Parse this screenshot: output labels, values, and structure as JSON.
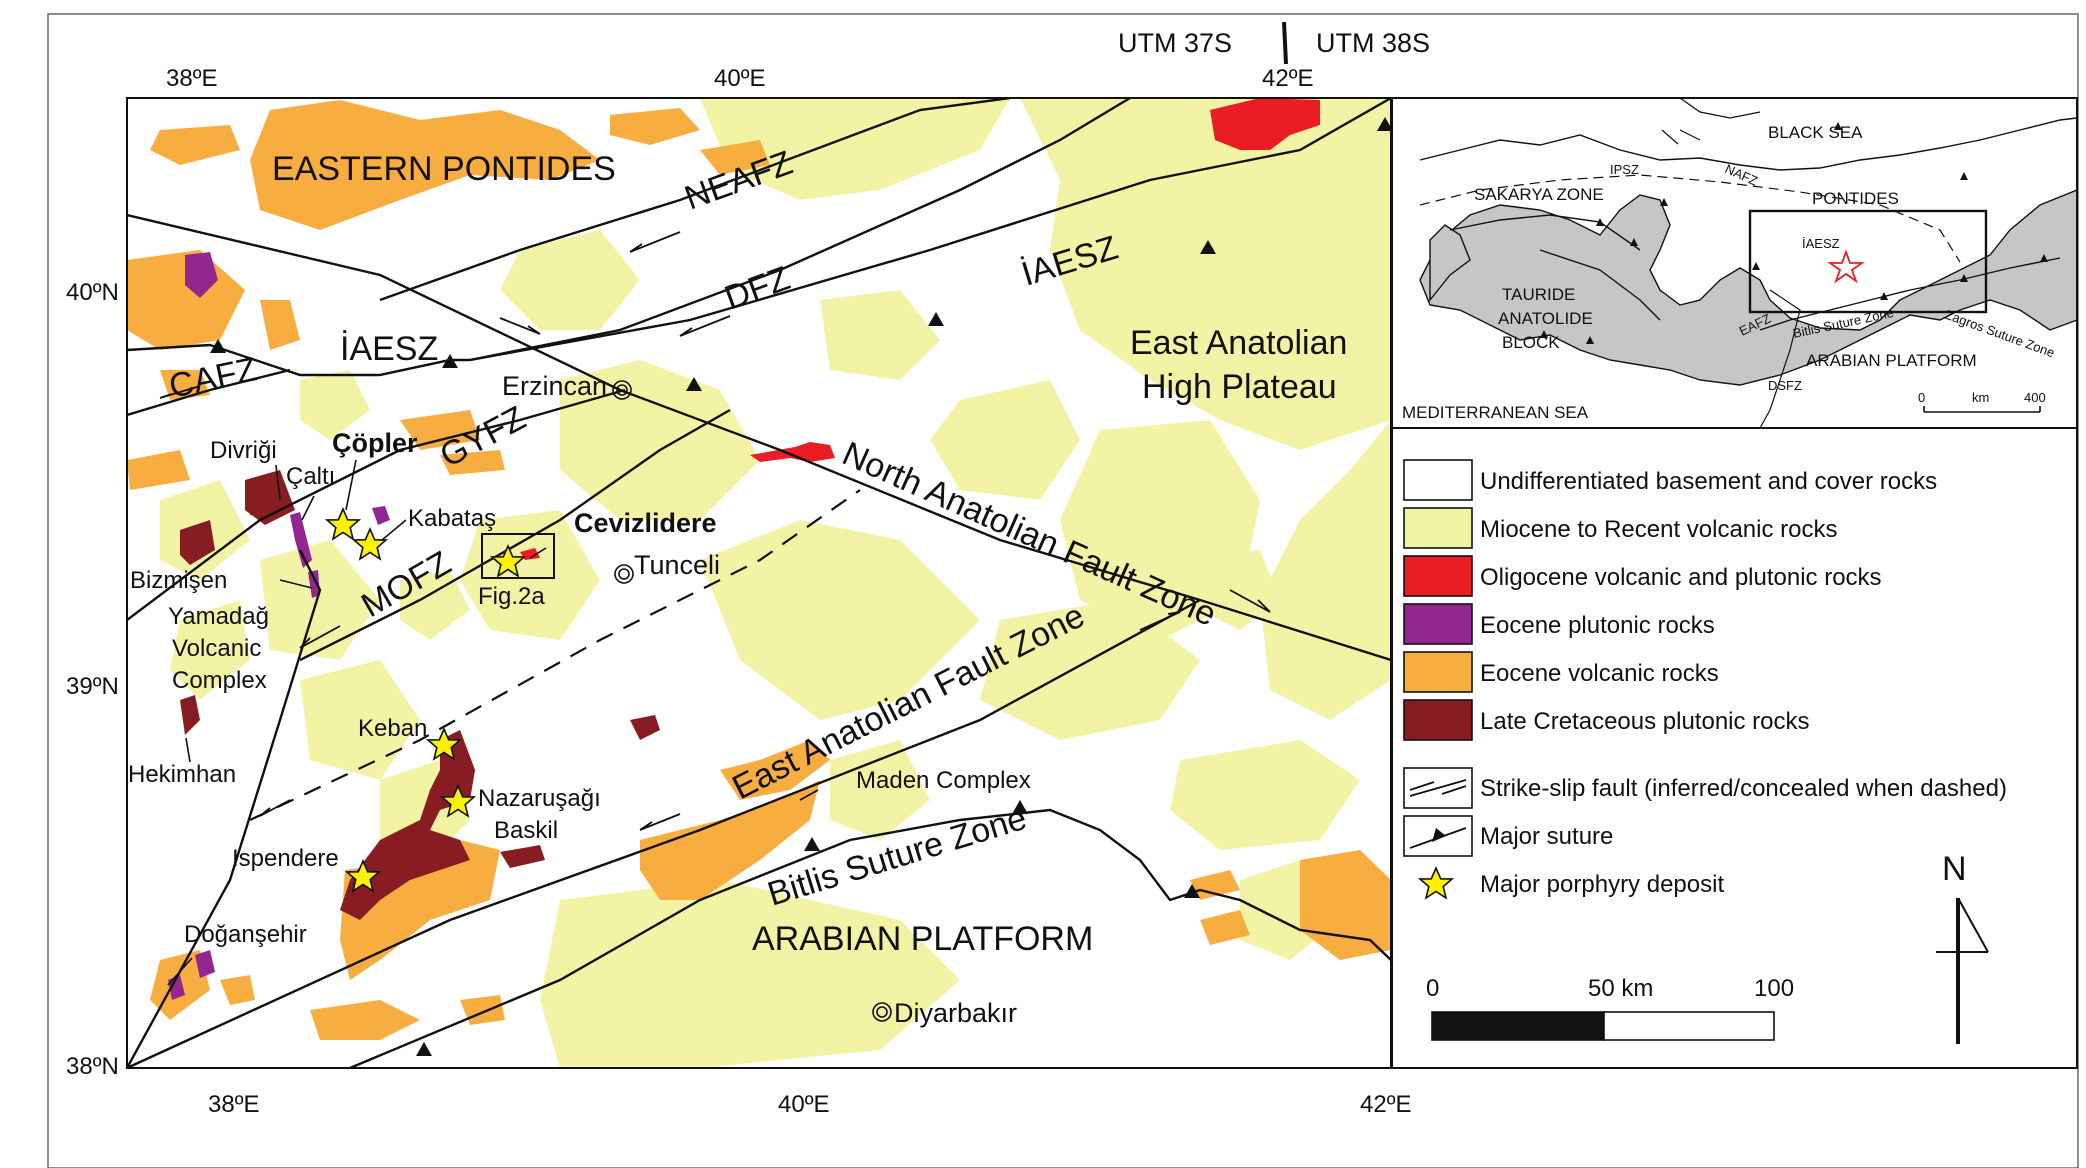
{
  "utm": {
    "left": "UTM 37S",
    "right": "UTM 38S"
  },
  "ticks": {
    "top": [
      "38ºE",
      "40ºE",
      "42ºE"
    ],
    "bottom": [
      "38ºE",
      "40ºE",
      "42ºE"
    ],
    "left": [
      "40ºN",
      "39ºN",
      "38ºN"
    ]
  },
  "regions": {
    "eastern_pontides": "EASTERN PONTIDES",
    "high_plateau_1": "East Anatolian",
    "high_plateau_2": "High Plateau",
    "arabian_platform": "ARABIAN PLATFORM"
  },
  "faults": {
    "neafz": "NEAFZ",
    "dfz": "DFZ",
    "iaesz_1": "İAESZ",
    "iaesz_2": "İAESZ",
    "cafz": "CAFZ",
    "gyfz": "GYFZ",
    "mofz": "MOFZ",
    "nafz": "North Anatolian Fault Zone",
    "eafz": "East Anatolian Fault Zone",
    "bitlis": "Bitlis Suture Zone"
  },
  "places": {
    "erzincan": "Erzincan",
    "tunceli": "Tunceli",
    "diyarbakir": "Diyarbakır",
    "divrigi": "Divriği",
    "copler": "Çöpler",
    "calti": "Çaltı",
    "kabatas": "Kabataş",
    "cevizlidere": "Cevizlidere",
    "fig2a": "Fig.2a",
    "bizmisen": "Bizmişen",
    "yamadag_1": "Yamadağ",
    "yamadag_2": "Volcanic",
    "yamadag_3": "Complex",
    "hekimhan": "Hekimhan",
    "keban": "Keban",
    "nazarusagi": "Nazaruşağı",
    "baskil": "Baskil",
    "ispendere": "Ispendere",
    "dogansehir": "Doğanşehir",
    "maden": "Maden Complex"
  },
  "inset": {
    "black_sea": "BLACK SEA",
    "ipsz": "IPSZ",
    "nafz": "NAFZ",
    "sakarya": "SAKARYA ZONE",
    "pontides": "PONTIDES",
    "iaesz": "İAESZ",
    "tauride_1": "TAURIDE",
    "tauride_2": "ANATOLIDE",
    "tauride_3": "BLOCK",
    "eafz": "EAFZ",
    "bitlis": "Bitlis Suture Zone",
    "zagros": "Zagros Suture Zone",
    "arabian": "ARABIAN PLATFORM",
    "dsfz": "DSFZ",
    "mediterranean": "MEDITERRANEAN SEA",
    "scale_0": "0",
    "scale_km": "km",
    "scale_400": "400"
  },
  "legend": {
    "items": [
      {
        "label": "Undifferentiated basement and cover rocks",
        "color": "#ffffff"
      },
      {
        "label": "Miocene to Recent volcanic rocks",
        "color": "#f3f3a5"
      },
      {
        "label": "Oligocene volcanic and plutonic rocks",
        "color": "#ec1c24"
      },
      {
        "label": "Eocene plutonic rocks",
        "color": "#92278f"
      },
      {
        "label": "Eocene volcanic rocks",
        "color": "#f8ad40"
      },
      {
        "label": "Late Cretaceous plutonic rocks",
        "color": "#871c22"
      }
    ],
    "strike_slip": "Strike-slip fault (inferred/concealed when dashed)",
    "suture": "Major suture",
    "porphyry": "Major porphyry deposit"
  },
  "scale": {
    "zero": "0",
    "fifty": "50 km",
    "hundred": "100"
  },
  "north": "N",
  "colors": {
    "miocene": "#f3f3a5",
    "oligocene": "#ec1c24",
    "eocene_plutonic": "#92278f",
    "eocene_volcanic": "#f8ad40",
    "cretaceous": "#871c22",
    "star": "#fff200",
    "inset_land": "#c6c6c6"
  }
}
